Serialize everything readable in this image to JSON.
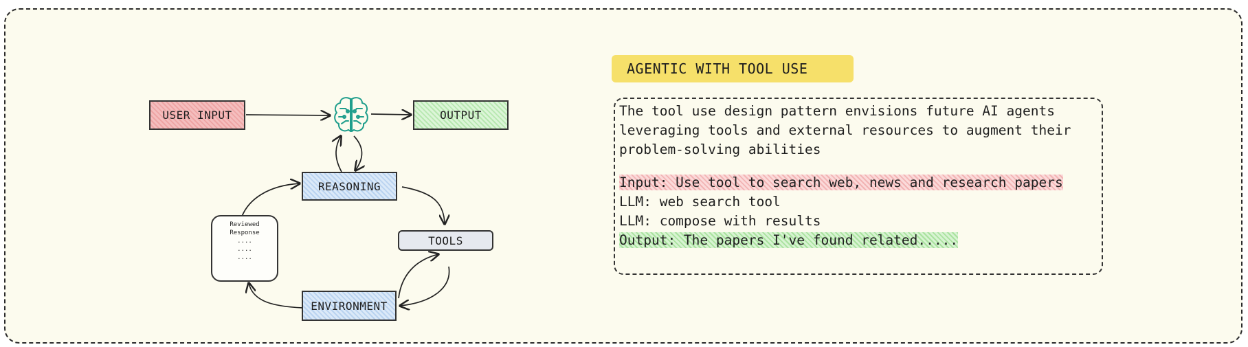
{
  "diagram": {
    "nodes": {
      "user_input": "USER INPUT",
      "output": "OUTPUT",
      "reasoning": "REASONING",
      "tools": "TOOLS",
      "environment": "ENVIRONMENT",
      "reviewed_response": {
        "line1": "Reviewed",
        "line2": "Response",
        "dots": [
          "....",
          "....",
          "...."
        ]
      }
    },
    "brain_icon": "brain-circuit-icon",
    "colors": {
      "user_input": "#f8d6d6",
      "output": "#c9eec2",
      "reasoning": "#c9dcf3",
      "environment": "#c9dcf3",
      "tools": "#e6e9ef",
      "brain": "#1f9e8c"
    }
  },
  "panel": {
    "title": "AGENTIC WITH TOOL USE",
    "title_color": "#f6e06a",
    "description": [
      "The tool use design pattern envisions future AI agents",
      "leveraging tools and external resources to augment their",
      "problem-solving abilities"
    ],
    "steps": [
      "Input: Use tool to search web, news and research papers",
      "LLM: web search tool",
      "LLM: compose with results",
      "Output: The papers I've found related....."
    ]
  }
}
